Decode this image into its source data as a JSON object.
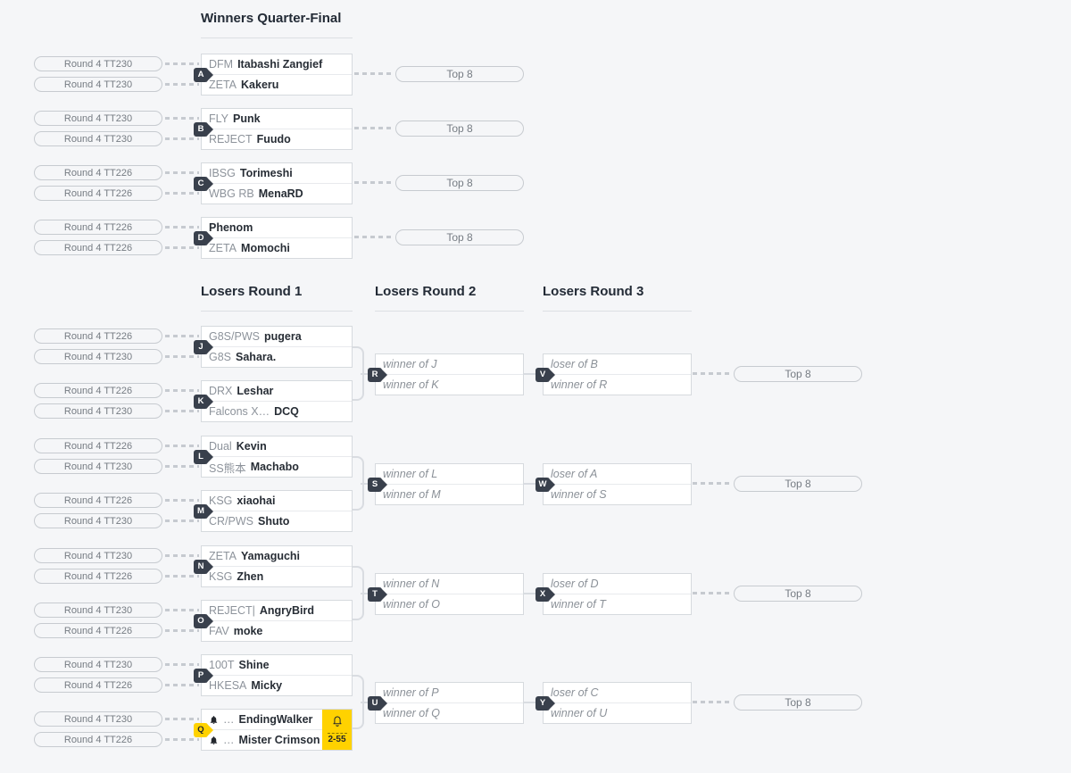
{
  "labels": {
    "top8": "Top 8"
  },
  "colors": {
    "accent_yellow": "#ffd200",
    "badge_dark": "#39404c",
    "page_background": "#f5f6f8"
  },
  "sections": {
    "winners": {
      "title": "Winners Quarter-Final"
    },
    "losers1": {
      "title": "Losers Round 1"
    },
    "losers2": {
      "title": "Losers Round 2"
    },
    "losers3": {
      "title": "Losers Round 3"
    }
  },
  "matches": {
    "A": {
      "id": "A",
      "seeds": [
        "Round 4 TT230",
        "Round 4 TT230"
      ],
      "slots": [
        {
          "prefix": "DFM",
          "name": "Itabashi Zangief"
        },
        {
          "prefix": "ZETA",
          "name": "Kakeru"
        }
      ]
    },
    "B": {
      "id": "B",
      "seeds": [
        "Round 4 TT230",
        "Round 4 TT230"
      ],
      "slots": [
        {
          "prefix": "FLY",
          "name": "Punk"
        },
        {
          "prefix": "REJECT",
          "name": "Fuudo"
        }
      ]
    },
    "C": {
      "id": "C",
      "seeds": [
        "Round 4 TT226",
        "Round 4 TT226"
      ],
      "slots": [
        {
          "prefix": "IBSG",
          "name": "Torimeshi"
        },
        {
          "prefix": "WBG RB",
          "name": "MenaRD"
        }
      ]
    },
    "D": {
      "id": "D",
      "seeds": [
        "Round 4 TT226",
        "Round 4 TT226"
      ],
      "slots": [
        {
          "prefix": "",
          "name": "Phenom"
        },
        {
          "prefix": "ZETA",
          "name": "Momochi"
        }
      ]
    },
    "J": {
      "id": "J",
      "seeds": [
        "Round 4 TT226",
        "Round 4 TT230"
      ],
      "slots": [
        {
          "prefix": "G8S/PWS",
          "name": "pugera"
        },
        {
          "prefix": "G8S",
          "name": "Sahara."
        }
      ]
    },
    "K": {
      "id": "K",
      "seeds": [
        "Round 4 TT226",
        "Round 4 TT230"
      ],
      "slots": [
        {
          "prefix": "DRX",
          "name": "Leshar"
        },
        {
          "prefix": "Falcons X…",
          "name": "DCQ"
        }
      ]
    },
    "L": {
      "id": "L",
      "seeds": [
        "Round 4 TT226",
        "Round 4 TT230"
      ],
      "slots": [
        {
          "prefix": "Dual",
          "name": "Kevin"
        },
        {
          "prefix": "SS熊本",
          "name": "Machabo"
        }
      ]
    },
    "M": {
      "id": "M",
      "seeds": [
        "Round 4 TT226",
        "Round 4 TT230"
      ],
      "slots": [
        {
          "prefix": "KSG",
          "name": "xiaohai"
        },
        {
          "prefix": "CR/PWS",
          "name": "Shuto"
        }
      ]
    },
    "N": {
      "id": "N",
      "seeds": [
        "Round 4 TT230",
        "Round 4 TT226"
      ],
      "slots": [
        {
          "prefix": "ZETA",
          "name": "Yamaguchi"
        },
        {
          "prefix": "KSG",
          "name": "Zhen"
        }
      ]
    },
    "O": {
      "id": "O",
      "seeds": [
        "Round 4 TT230",
        "Round 4 TT226"
      ],
      "slots": [
        {
          "prefix": "REJECT|",
          "name": "AngryBird"
        },
        {
          "prefix": "FAV",
          "name": "moke"
        }
      ]
    },
    "P": {
      "id": "P",
      "seeds": [
        "Round 4 TT230",
        "Round 4 TT226"
      ],
      "slots": [
        {
          "prefix": "100T",
          "name": "Shine"
        },
        {
          "prefix": "HKESA",
          "name": "Micky"
        }
      ]
    },
    "Q": {
      "id": "Q",
      "seeds": [
        "Round 4 TT230",
        "Round 4 TT226"
      ],
      "timer": "2-55",
      "slots": [
        {
          "prefix": "…",
          "name": "EndingWalker"
        },
        {
          "prefix": "…",
          "name": "Mister Crimson"
        }
      ]
    },
    "R": {
      "id": "R",
      "slots": [
        {
          "placeholder": "winner of J"
        },
        {
          "placeholder": "winner of K"
        }
      ]
    },
    "S": {
      "id": "S",
      "slots": [
        {
          "placeholder": "winner of L"
        },
        {
          "placeholder": "winner of M"
        }
      ]
    },
    "T": {
      "id": "T",
      "slots": [
        {
          "placeholder": "winner of N"
        },
        {
          "placeholder": "winner of O"
        }
      ]
    },
    "U": {
      "id": "U",
      "slots": [
        {
          "placeholder": "winner of P"
        },
        {
          "placeholder": "winner of Q"
        }
      ]
    },
    "V": {
      "id": "V",
      "slots": [
        {
          "placeholder": "loser of B"
        },
        {
          "placeholder": "winner of R"
        }
      ]
    },
    "W": {
      "id": "W",
      "slots": [
        {
          "placeholder": "loser of A"
        },
        {
          "placeholder": "winner of S"
        }
      ]
    },
    "X": {
      "id": "X",
      "slots": [
        {
          "placeholder": "loser of D"
        },
        {
          "placeholder": "winner of T"
        }
      ]
    },
    "Y": {
      "id": "Y",
      "slots": [
        {
          "placeholder": "loser of C"
        },
        {
          "placeholder": "winner of U"
        }
      ]
    }
  }
}
